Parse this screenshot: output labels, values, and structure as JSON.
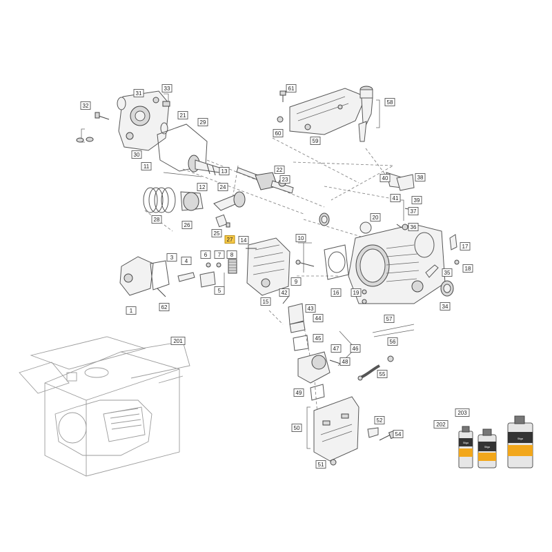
{
  "diagram": {
    "type": "exploded-parts-view",
    "highlighted_part": "27",
    "accent_color": "#f7c948",
    "part_numbers": [
      "1",
      "3",
      "4",
      "5",
      "6",
      "7",
      "8",
      "9",
      "10",
      "11",
      "12",
      "13",
      "14",
      "15",
      "16",
      "17",
      "18",
      "19",
      "20",
      "21",
      "22",
      "23",
      "24",
      "25",
      "26",
      "27",
      "28",
      "29",
      "30",
      "31",
      "32",
      "33",
      "34",
      "35",
      "36",
      "37",
      "38",
      "39",
      "40",
      "41",
      "42",
      "43",
      "44",
      "45",
      "46",
      "47",
      "48",
      "49",
      "50",
      "51",
      "52",
      "54",
      "55",
      "56",
      "57",
      "58",
      "59",
      "60",
      "61",
      "62",
      "201",
      "202",
      "203"
    ],
    "bottle_brand": "Stiga"
  }
}
